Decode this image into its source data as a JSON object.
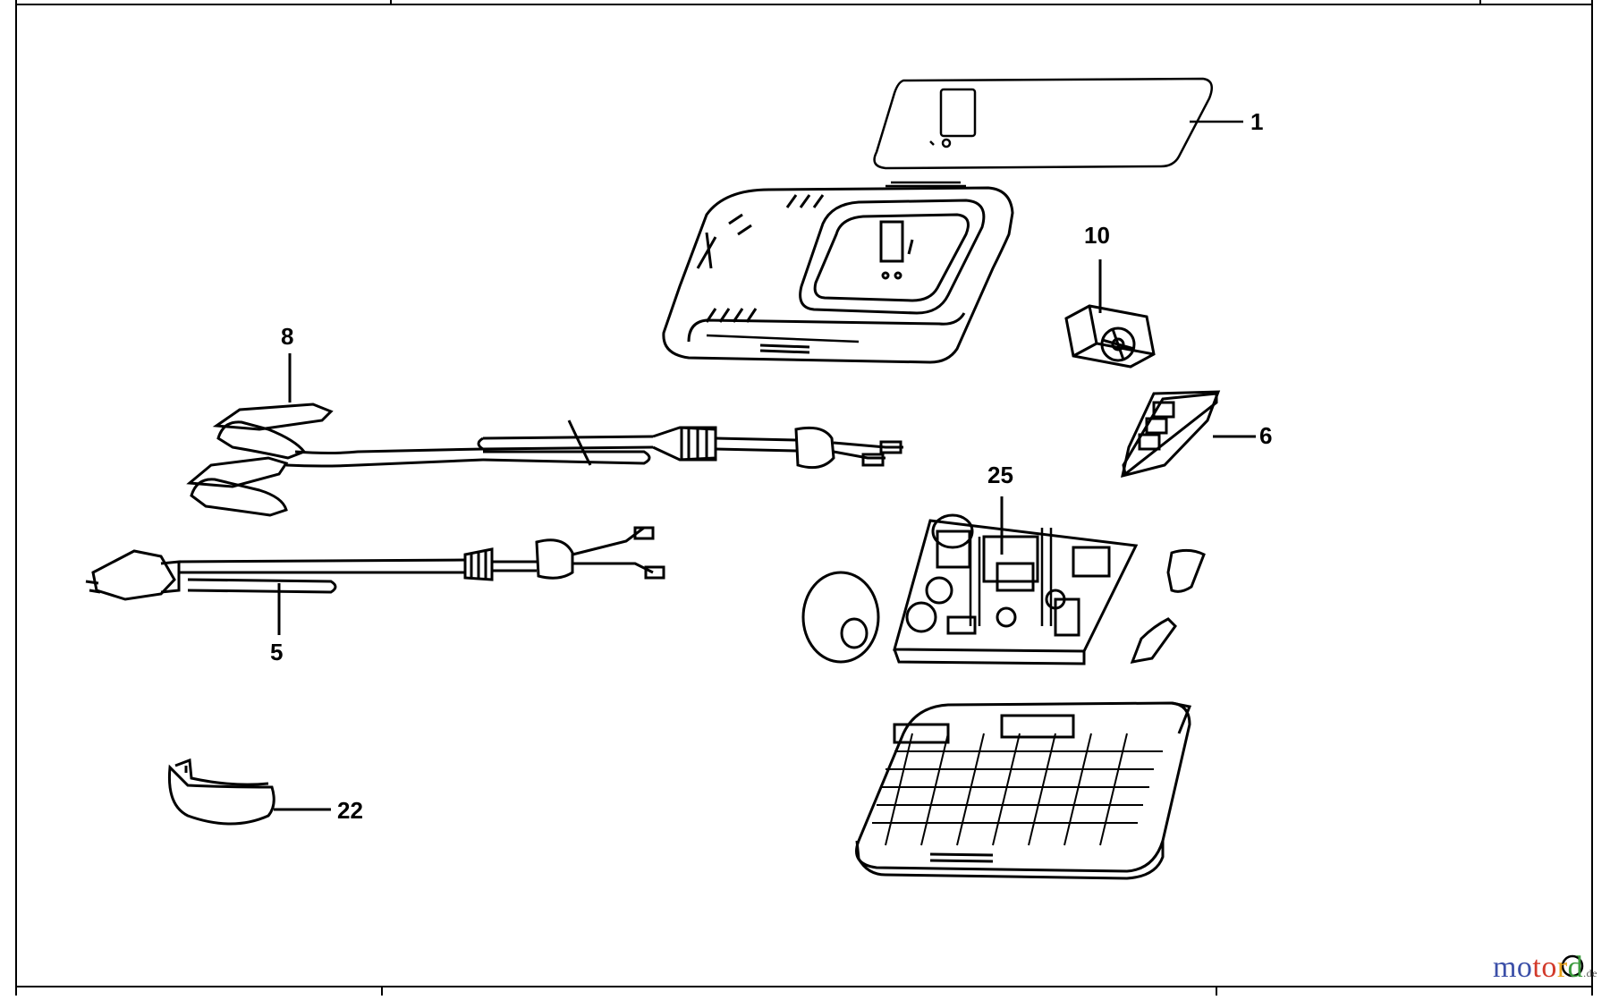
{
  "diagram": {
    "callouts": [
      {
        "id": "1",
        "label": "1"
      },
      {
        "id": "10",
        "label": "10"
      },
      {
        "id": "8",
        "label": "8"
      },
      {
        "id": "6",
        "label": "6"
      },
      {
        "id": "25",
        "label": "25"
      },
      {
        "id": "5",
        "label": "5"
      },
      {
        "id": "22",
        "label": "22"
      }
    ]
  },
  "watermark": {
    "text_1": "mo",
    "text_2": "to",
    "text_3": "r",
    "text_4": "d",
    "suffix": ".de",
    "logo": "motorgarden-logo"
  },
  "colors": {
    "line": "#000000",
    "paper": "#ffffff"
  }
}
